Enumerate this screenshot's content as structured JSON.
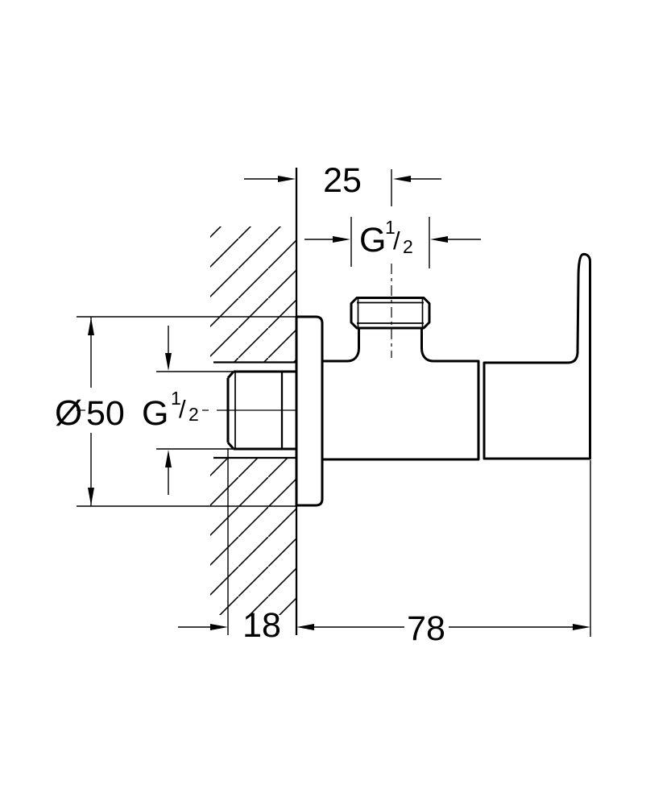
{
  "colors": {
    "line": "#000000",
    "background": "#ffffff"
  },
  "dimensions": {
    "top_offset": {
      "value": "25"
    },
    "outlet_thread": {
      "prefix": "G",
      "numerator": "1",
      "slash": "/",
      "denominator": "2"
    },
    "flange_diameter": {
      "symbol": "Ø",
      "value": "50"
    },
    "inlet_thread": {
      "prefix": "G",
      "numerator": "1",
      "slash": "/",
      "denominator": "2"
    },
    "wall_thickness": {
      "value": "18"
    },
    "projection_length": {
      "value": "78"
    }
  }
}
